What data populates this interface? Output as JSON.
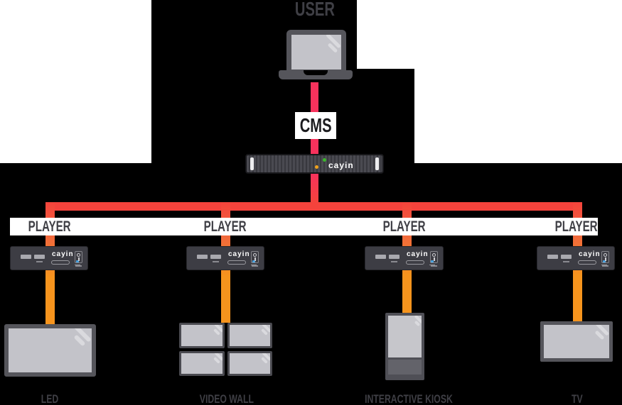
{
  "diagram": {
    "user": {
      "label": "USER"
    },
    "cms": {
      "label": "CMS"
    },
    "server": {
      "brand": "cayin"
    },
    "players": [
      {
        "label": "PLAYER",
        "brand": "cayin"
      },
      {
        "label": "PLAYER",
        "brand": "cayin"
      },
      {
        "label": "PLAYER",
        "brand": "cayin"
      },
      {
        "label": "PLAYER",
        "brand": "cayin"
      }
    ],
    "displays": [
      {
        "label": "LED"
      },
      {
        "label": "VIDEO WALL"
      },
      {
        "label": "INTERACTIVE KIOSK"
      },
      {
        "label": "TV"
      }
    ]
  },
  "colors": {
    "background_black": "#000000",
    "background_white": "#ffffff",
    "link_pink": "#f8325c",
    "link_red": "#f4433c",
    "link_orange_red": "#f1683c",
    "link_orange": "#f6941d",
    "label_gray": "#3f3f45",
    "device_gray": "#3d3d44",
    "frame_gray": "#55555b",
    "screen_gray": "#c3c3c9",
    "logo_green": "#3cb52c",
    "logo_orange": "#f0a21c"
  }
}
